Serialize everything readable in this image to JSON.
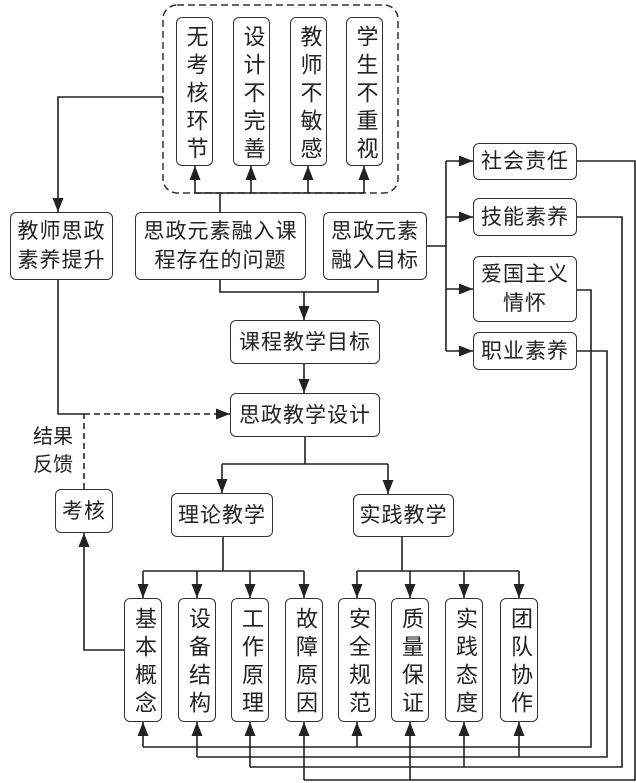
{
  "diagram": {
    "problem_items": [
      "无考核环节",
      "设计不完善",
      "教师不敏感",
      "学生不重视"
    ],
    "nodes": {
      "teacher_literacy": "教师思政\n素养提升",
      "problems": "思政元素融入课\n程存在的问题",
      "integration_goals": "思政元素\n融入目标",
      "social_responsibility": "社会责任",
      "skill_literacy": "技能素养",
      "patriotism": "爱国主义\n情怀",
      "professional_literacy": "职业素养",
      "course_goals": "课程教学目标",
      "ideological_design": "思政教学设计",
      "assessment": "考核",
      "theory_teaching": "理论教学",
      "practice_teaching": "实践教学"
    },
    "theory_items": [
      "基本概念",
      "设备结构",
      "工作原理",
      "故障原因"
    ],
    "practice_items": [
      "安全规范",
      "质量保证",
      "实践态度",
      "团队协作"
    ],
    "labels": {
      "feedback": "结果\n反馈"
    },
    "edges": [
      {
        "from": "思政元素融入课程存在的问题",
        "to": [
          "无考核环节",
          "设计不完善",
          "教师不敏感",
          "学生不重视"
        ],
        "style": "solid"
      },
      {
        "from": "问题组",
        "to": "教师思政素养提升",
        "style": "solid"
      },
      {
        "from": "思政元素融入课程存在的问题",
        "to": "课程教学目标",
        "style": "solid"
      },
      {
        "from": "思政元素融入目标",
        "to": "课程教学目标",
        "style": "solid"
      },
      {
        "from": "思政元素融入目标",
        "to": [
          "社会责任",
          "技能素养",
          "爱国主义情怀",
          "职业素养"
        ],
        "style": "solid"
      },
      {
        "from": "课程教学目标",
        "to": "思政教学设计",
        "style": "solid"
      },
      {
        "from": "教师思政素养提升",
        "to": "思政教学设计",
        "style": "solid-then-dashed"
      },
      {
        "from": "考核",
        "to": "思政教学设计",
        "style": "dashed",
        "label": "结果反馈"
      },
      {
        "from": "思政教学设计",
        "to": [
          "理论教学",
          "实践教学"
        ],
        "style": "solid"
      },
      {
        "from": "理论教学",
        "to": [
          "基本概念",
          "设备结构",
          "工作原理",
          "故障原因"
        ],
        "style": "solid"
      },
      {
        "from": "实践教学",
        "to": [
          "安全规范",
          "质量保证",
          "实践态度",
          "团队协作"
        ],
        "style": "solid"
      },
      {
        "from": "基本概念",
        "to": "考核",
        "style": "solid"
      },
      {
        "from": "社会责任",
        "to": [
          "故障原因",
          "质量保证"
        ],
        "style": "solid"
      },
      {
        "from": "技能素养",
        "to": [
          "工作原理",
          "实践态度"
        ],
        "style": "solid"
      },
      {
        "from": "爱国主义情怀",
        "to": [
          "基本概念",
          "安全规范"
        ],
        "style": "solid"
      },
      {
        "from": "职业素养",
        "to": [
          "设备结构",
          "团队协作"
        ],
        "style": "solid"
      }
    ]
  }
}
